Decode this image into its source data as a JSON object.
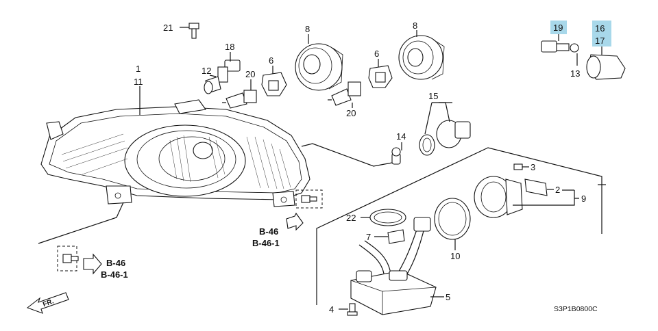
{
  "callouts": {
    "c1": "1",
    "c11": "11",
    "c21": "21",
    "c18": "18",
    "c12": "12",
    "c20a": "20",
    "c6a": "6",
    "c8a": "8",
    "c20b": "20",
    "c6b": "6",
    "c8b": "8",
    "c15": "15",
    "c14": "14",
    "c19": "19",
    "c16": "16",
    "c17": "17",
    "c13": "13",
    "c3": "3",
    "c2": "2",
    "c9": "9",
    "c22": "22",
    "c7": "7",
    "c10": "10",
    "c5": "5",
    "c4": "4"
  },
  "highlighted_callouts": [
    "19",
    "16",
    "17"
  ],
  "highlight_color": "#a8d8ea",
  "references": {
    "ref_a_1": "B-46",
    "ref_a_2": "B-46-1",
    "ref_b_1": "B-46",
    "ref_b_2": "B-46-1"
  },
  "direction_label": "FR.",
  "diagram_code": "S3P1B0800C"
}
